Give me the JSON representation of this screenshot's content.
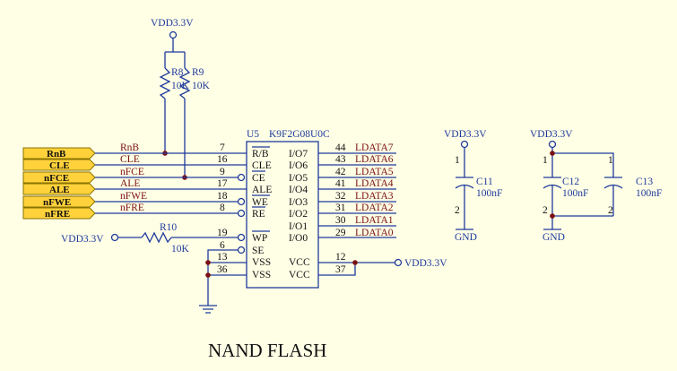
{
  "power_net": "VDD3.3V",
  "ground_net": "GND",
  "pullups": [
    {
      "ref": "R8",
      "value": "10K"
    },
    {
      "ref": "R9",
      "value": "10K"
    }
  ],
  "ports": [
    {
      "name": "RnB"
    },
    {
      "name": "CLE"
    },
    {
      "name": "nFCE"
    },
    {
      "name": "ALE"
    },
    {
      "name": "nFWE"
    },
    {
      "name": "nFRE"
    }
  ],
  "chip": {
    "ref": "U5",
    "part": "K9F2G08U0C",
    "left_pins": [
      {
        "net": "RnB",
        "num": "7",
        "name": "R/B",
        "overbar": true
      },
      {
        "net": "CLE",
        "num": "16",
        "name": "CLE",
        "overbar": false
      },
      {
        "net": "nFCE",
        "num": "9",
        "name": "CE",
        "overbar": true
      },
      {
        "net": "ALE",
        "num": "17",
        "name": "ALE",
        "overbar": false
      },
      {
        "net": "nFWE",
        "num": "18",
        "name": "WE",
        "overbar": true
      },
      {
        "net": "nFRE",
        "num": "8",
        "name": "RE",
        "overbar": true
      },
      {
        "net": "",
        "num": "19",
        "name": "WP",
        "overbar": true
      },
      {
        "net": "",
        "num": "6",
        "name": "SE",
        "overbar": false
      },
      {
        "net": "",
        "num": "13",
        "name": "VSS",
        "overbar": false
      },
      {
        "net": "",
        "num": "36",
        "name": "VSS",
        "overbar": false
      }
    ],
    "right_pins": [
      {
        "name": "I/O7",
        "num": "44",
        "net": "LDATA7"
      },
      {
        "name": "I/O6",
        "num": "43",
        "net": "LDATA6"
      },
      {
        "name": "I/O5",
        "num": "42",
        "net": "LDATA5"
      },
      {
        "name": "I/O4",
        "num": "41",
        "net": "LDATA4"
      },
      {
        "name": "I/O3",
        "num": "32",
        "net": "LDATA3"
      },
      {
        "name": "I/O2",
        "num": "31",
        "net": "LDATA2"
      },
      {
        "name": "I/O1",
        "num": "30",
        "net": "LDATA1"
      },
      {
        "name": "I/O0",
        "num": "29",
        "net": "LDATA0"
      },
      {
        "name": "VCC",
        "num": "12",
        "net": ""
      },
      {
        "name": "VCC",
        "num": "37",
        "net": ""
      }
    ]
  },
  "wp_resistor": {
    "ref": "R10",
    "value": "10K"
  },
  "capacitors": [
    {
      "ref": "C11",
      "value": "100nF",
      "pin1": "1",
      "pin2": "2"
    },
    {
      "ref": "C12",
      "value": "100nF",
      "pin1": "1",
      "pin2": "2"
    },
    {
      "ref": "C13",
      "value": "100nF",
      "pin1": "1",
      "pin2": "2"
    }
  ],
  "title": "NAND FLASH",
  "colors": {
    "background": "#ffffe6",
    "wire": "#1f3a9c",
    "net_label": "#7a1010",
    "port_fill": "#ffd23c"
  }
}
